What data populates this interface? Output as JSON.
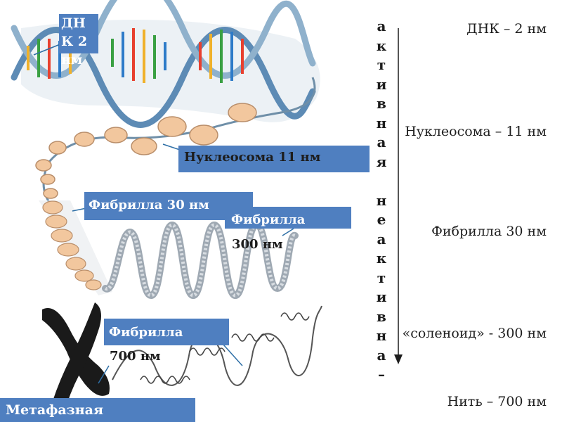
{
  "labels": {
    "dna": "ДН\nК 2\nнм",
    "nucleosome": "Нуклеосома 11 нм",
    "fibril30": "Фибрилла 30 нм",
    "fibril300_line1": "Фибрилла",
    "fibril300_line2": "300 нм",
    "fibril700_line1": "Фибрилла",
    "fibril700_line2": "700 нм",
    "metaphase": "Метафазная"
  },
  "vertical_text": [
    "а",
    "к",
    "т",
    "и",
    "в",
    "н",
    "а",
    "я",
    "",
    "н",
    "е",
    "а",
    "к",
    "т",
    "и",
    "в",
    "н",
    "а",
    "–"
  ],
  "scale": {
    "dna": "ДНК – 2 нм",
    "nucleosome": "Нуклеосома – 11 нм",
    "fibril30": "Фибрилла 30 нм",
    "solenoid": "«соленоид» - 300 нм",
    "thread": "Нить – 700 нм"
  },
  "colors": {
    "label_bg": "#4f7fc0",
    "backbone": "#5d8bb5",
    "nucleosome": "#f2c79e",
    "chromosome": "#1a1a1a"
  }
}
